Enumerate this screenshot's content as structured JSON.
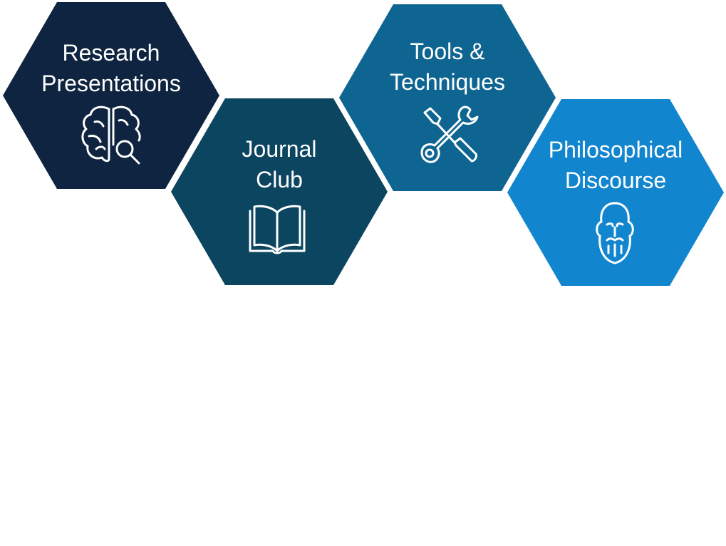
{
  "hexagons": [
    {
      "label_line1": "Research",
      "label_line2": "Presentations",
      "icon": "brain-search-icon",
      "color": "#0e2440"
    },
    {
      "label_line1": "Journal",
      "label_line2": "Club",
      "icon": "open-book-icon",
      "color": "#0c4560"
    },
    {
      "label_line1": "Tools &",
      "label_line2": "Techniques",
      "icon": "wrench-screwdriver-icon",
      "color": "#0f6591"
    },
    {
      "label_line1": "Philosophical",
      "label_line2": "Discourse",
      "icon": "philosopher-icon",
      "color": "#1285cf"
    }
  ]
}
